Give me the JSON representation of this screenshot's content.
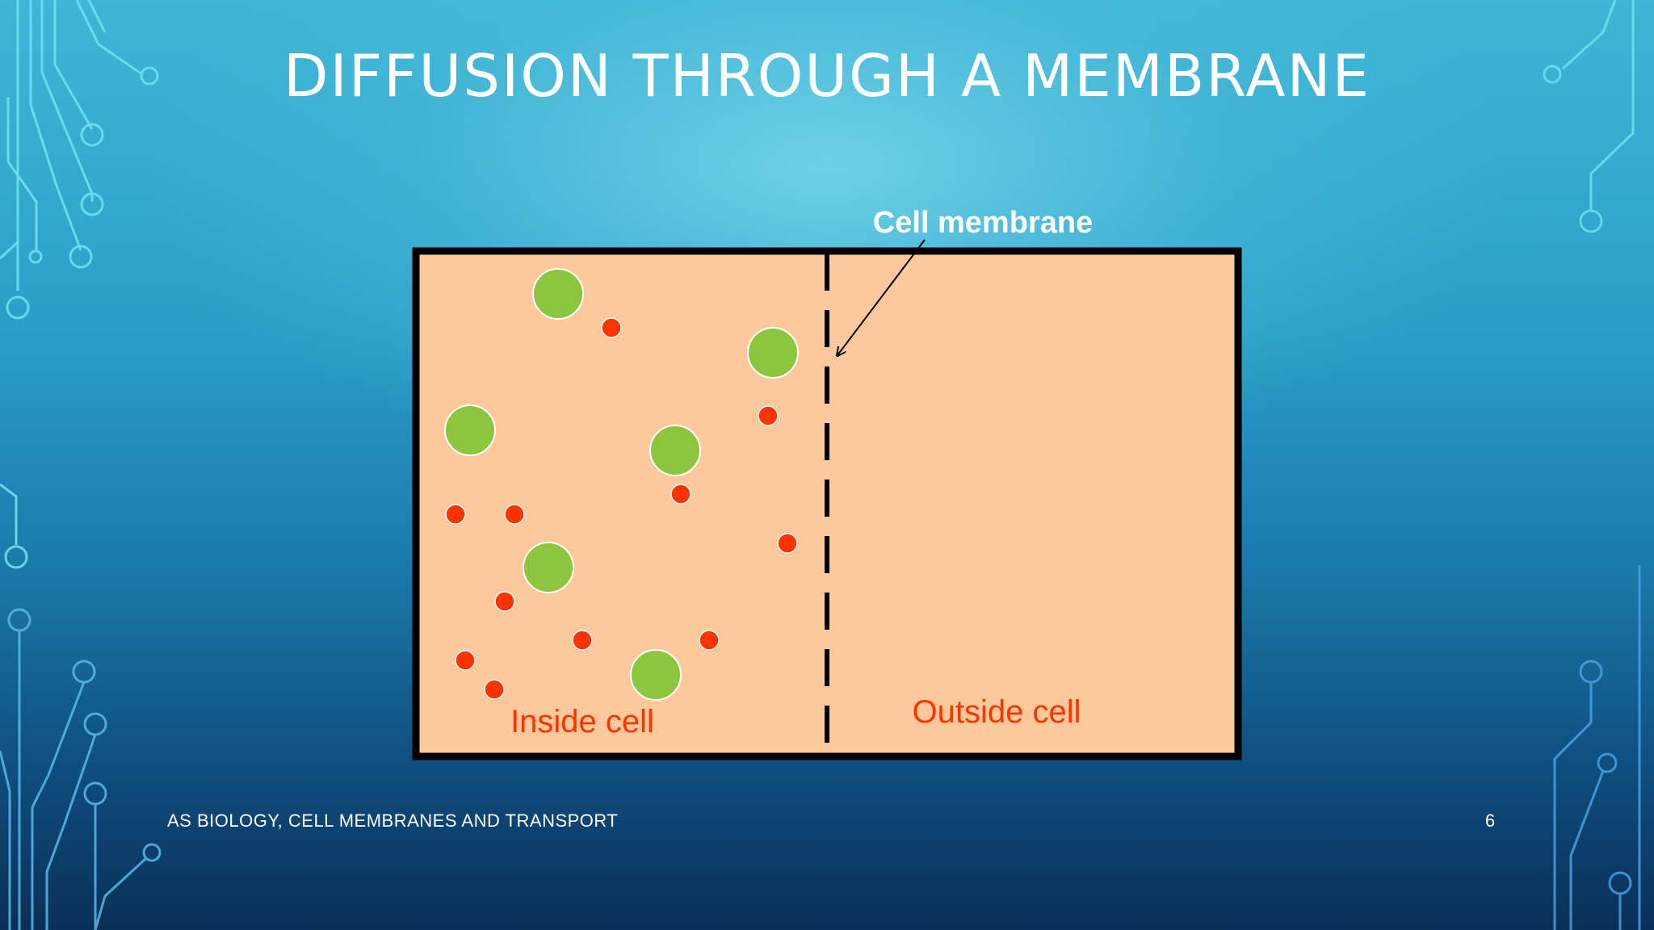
{
  "slide": {
    "title": "DIFFUSION THROUGH A MEMBRANE",
    "footer": "AS BIOLOGY, CELL MEMBRANES AND TRANSPORT",
    "page_number": "6"
  },
  "diagram": {
    "membrane_label": "Cell membrane",
    "inside_label": "Inside cell",
    "outside_label": "Outside cell"
  },
  "colors": {
    "cell_fill": "#fdc99c",
    "border": "#000000",
    "large_molecule": "#8cc63f",
    "small_molecule": "#ff3300",
    "region_label": "#ff3300",
    "text_white": "#ffffff"
  }
}
